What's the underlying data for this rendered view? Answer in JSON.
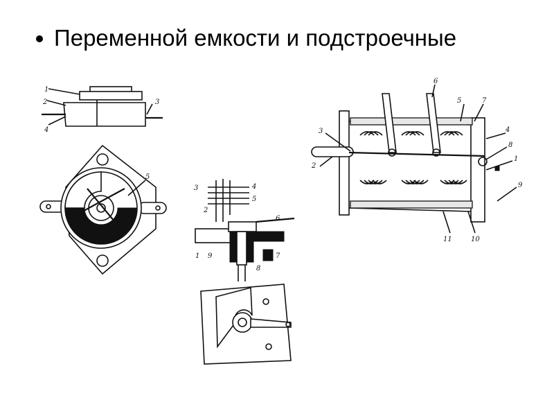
{
  "slide": {
    "title": "Переменной емкости и подстроечные"
  },
  "figures": {
    "left_labels": [
      "1",
      "2",
      "3",
      "4",
      "5"
    ],
    "middle_labels": [
      "3",
      "4",
      "5",
      "2",
      "6",
      "1",
      "9",
      "7",
      "8"
    ],
    "right_labels": [
      "6",
      "5",
      "7",
      "3",
      "4",
      "8",
      "2",
      "1",
      "9",
      "11",
      "10"
    ]
  }
}
